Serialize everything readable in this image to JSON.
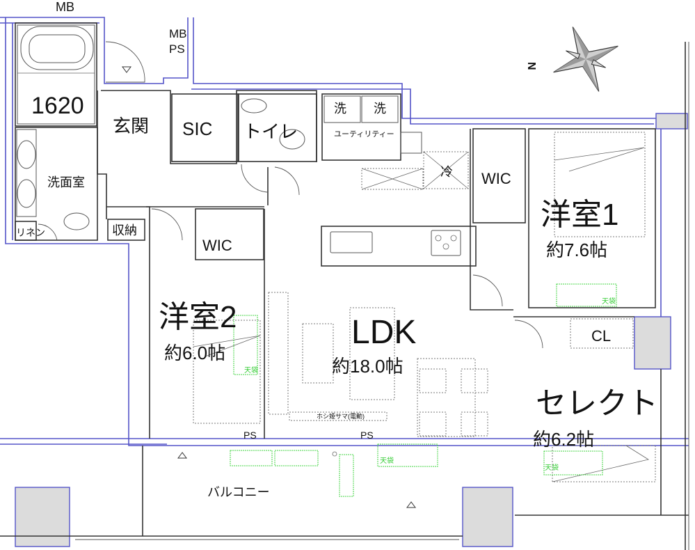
{
  "plan": {
    "rooms": {
      "bath": "1620",
      "entrance": "玄関",
      "sic": "SIC",
      "toilet": "トイレ",
      "utility": "ユーティリティー",
      "washer_1": "洗",
      "washer_2": "洗",
      "washroom": "洗面室",
      "linen": "リネン",
      "storage": "収納",
      "fridge": "冷",
      "wic_1": "WIC",
      "wic_2": "WIC",
      "bedroom1": {
        "name": "洋室1",
        "size": "約7.6帖"
      },
      "bedroom2": {
        "name": "洋室2",
        "size": "約6.0帖"
      },
      "ldk": {
        "name": "LDK",
        "size": "約18.0帖"
      },
      "select": {
        "name": "セレクト",
        "size": "約6.2帖"
      },
      "closet": "CL",
      "balcony": "バルコニー"
    },
    "labels": {
      "mb_top": "MB",
      "mb": "MB",
      "ps": "PS",
      "ps_1": "PS",
      "ps_2": "PS",
      "drying_unit": "ホシ姫サマ(電動)",
      "ceiling_1": "天袋",
      "ceiling_2": "天袋",
      "ceiling_3": "天袋",
      "ceiling_4": "天袋",
      "north": "N"
    },
    "colors": {
      "wall": "#333333",
      "structure": "#5454c8",
      "column": "#dcdcdc",
      "ceiling_storage": "#44d444"
    }
  }
}
